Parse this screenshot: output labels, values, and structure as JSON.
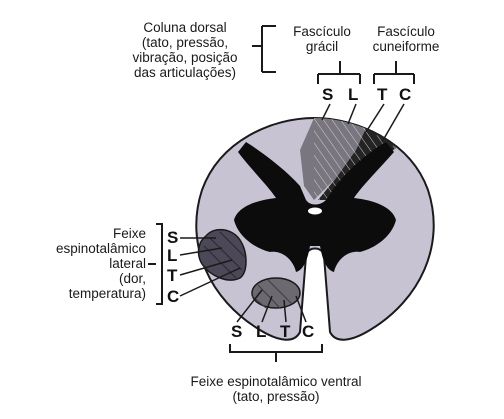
{
  "dorsal_column": {
    "lines": [
      "Coluna dorsal",
      "(tato, pressão,",
      "vibração, posição",
      "das articulações)"
    ]
  },
  "gracile": {
    "lines": [
      "Fascículo",
      "grácil"
    ],
    "letters": [
      "S",
      "L"
    ]
  },
  "cuneate": {
    "lines": [
      "Fascículo",
      "cuneiforme"
    ],
    "letters": [
      "T",
      "C"
    ]
  },
  "lateral_tract": {
    "lines": [
      "Feixe",
      "espinotalâmico",
      "lateral",
      "(dor,",
      "temperatura)"
    ],
    "letters": [
      "S",
      "L",
      "T",
      "C"
    ]
  },
  "ventral_tract": {
    "lines": [
      "Feixe espinotalâmico ventral",
      "(tato, pressão)"
    ],
    "letters": [
      "S",
      "L",
      "T",
      "C"
    ]
  },
  "colors": {
    "white_matter": "#c7c3d2",
    "gray_matter": "#0c0c0c",
    "gracile_fill": "#7a7680",
    "cuneate_fill": "#1f1f1f",
    "lateral_fill": "#4c4858",
    "ventral_fill": "#6c6a70",
    "lines": "#1a1a1a"
  }
}
